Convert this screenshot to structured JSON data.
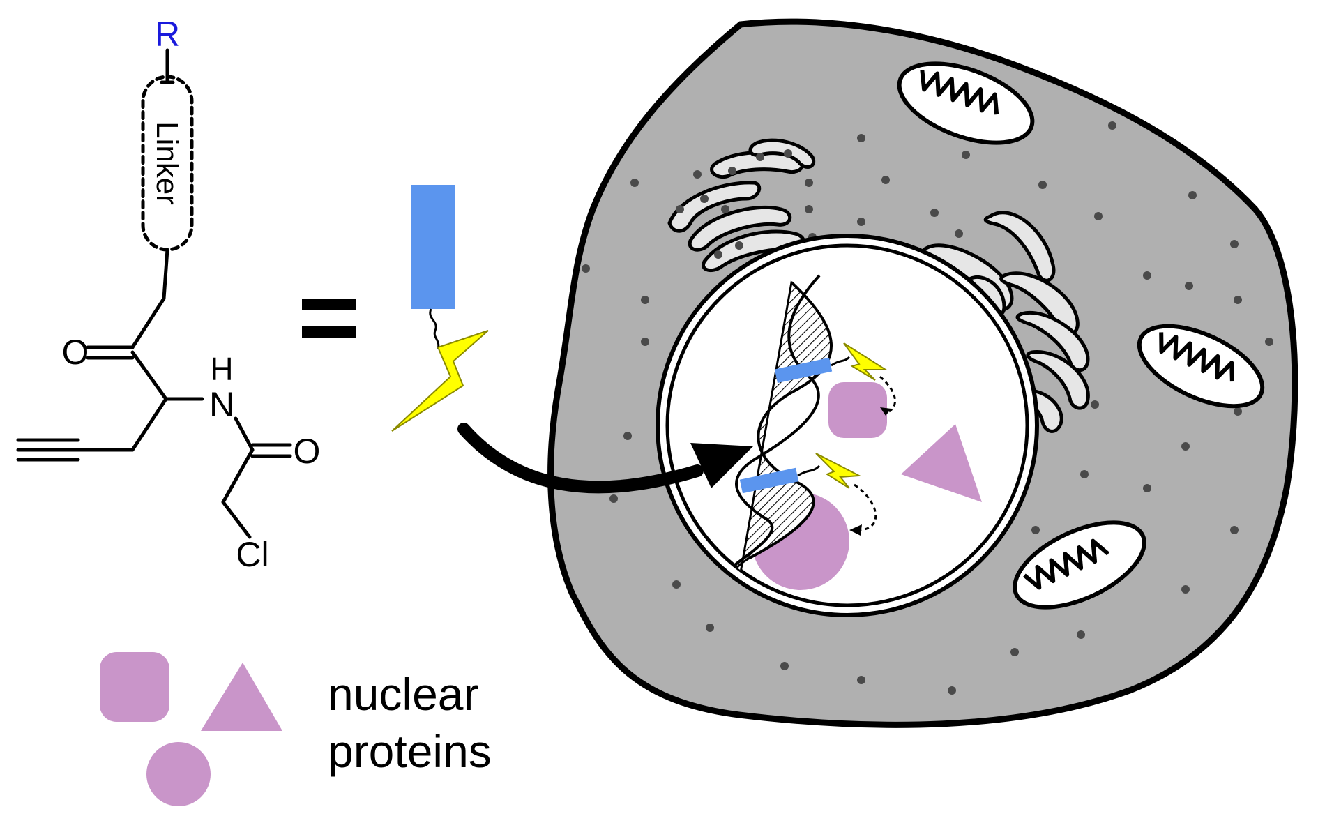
{
  "chemistry": {
    "r_group": "R",
    "linker": "Linker",
    "carbonyl_oxygen_top": "O",
    "amide_h": "H",
    "amide_n": "N",
    "carbonyl_oxygen_right": "O",
    "chlorine": "Cl"
  },
  "equals_sign": "=",
  "legend": {
    "line1": "nuclear",
    "line2": "proteins"
  },
  "colors": {
    "r_group": "#1a1adc",
    "probe_body": "#5b95ee",
    "probe_spark": "#ffff00",
    "protein": "#c995c9",
    "cell_fill": "#b0b0b0",
    "organelle_fill": "#e6e6e6",
    "nucleus_fill": "#ffffff",
    "outline": "#000000"
  },
  "icons": [
    "chemical-structure",
    "probe-icon",
    "lightning-icon",
    "cell",
    "nucleus",
    "dna-helix",
    "mitochondrion-icon",
    "endoplasmic-reticulum",
    "golgi-apparatus"
  ]
}
